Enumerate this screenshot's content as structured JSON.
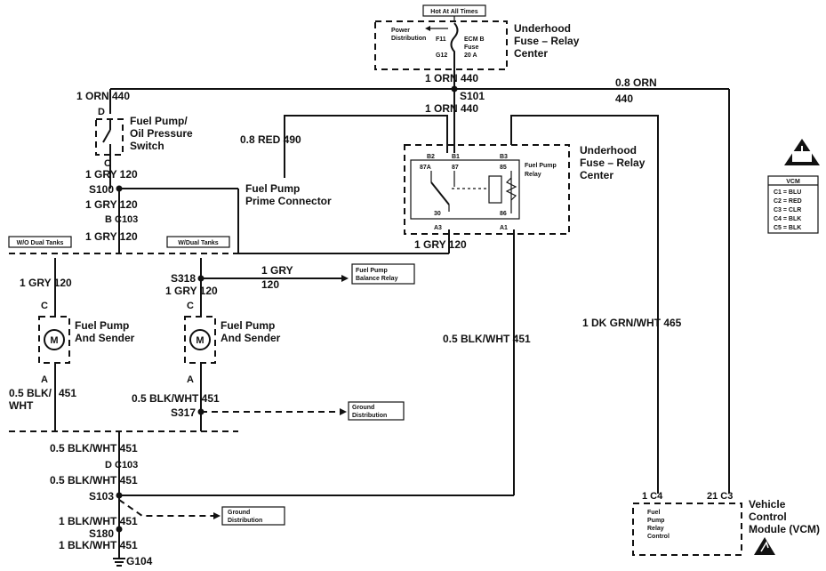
{
  "fuse_block": {
    "hot_label": "Hot At All Times",
    "power_dist_1": "Power",
    "power_dist_2": "Distribution",
    "f11": "F11",
    "g12": "G12",
    "ecm_b": "ECM B",
    "fuse_word": "Fuse",
    "amps": "20 A",
    "title_1": "Underhood",
    "title_2": "Fuse – Relay",
    "title_3": "Center"
  },
  "relay_center": {
    "title_1": "Underhood",
    "title_2": "Fuse – Relay",
    "title_3": "Center"
  },
  "relay": {
    "b2": "B2",
    "b1": "B1",
    "b3": "B3",
    "p87a": "87A",
    "p87": "87",
    "p85": "85",
    "p30": "30",
    "p86": "86",
    "a3": "A3",
    "a1": "A1",
    "label_1": "Fuel Pump",
    "label_2": "Relay"
  },
  "wires": {
    "w440_a": "1 ORN  440",
    "w440_b": "1 ORN  440",
    "w440_c": "0.8 ORN",
    "w440_d": "440",
    "w440_left": "1 ORN  440",
    "w120_a": "1 GRY  120",
    "w120_b": "1 GRY  120",
    "w120_c": "1 GRY  120",
    "w120_d": "1 GRY  120",
    "w120_left": "1 GRY  120",
    "w120_mid": "1 GRY  120",
    "w120_balance_1": "1 GRY",
    "w120_balance_2": "120",
    "w490": "0.8 RED  490",
    "w465": "1 DK GRN/WHT  465",
    "w451_relay": "0.5 BLK/WHT  451",
    "w451_left_1": "0.5 BLK/",
    "w451_left_2": "WHT",
    "w451_num": "451",
    "w451_mid": "0.5 BLK/WHT  451",
    "w451_a": "0.5 BLK/WHT  451",
    "w451_b": "0.5 BLK/WHT  451",
    "w451_c": "1 BLK/WHT  451",
    "w451_d": "1 BLK/WHT  451"
  },
  "splices": {
    "s101": "S101",
    "s100": "S100",
    "s318": "S318",
    "s317": "S317",
    "s103": "S103",
    "s180": "S180",
    "g104": "G104"
  },
  "connectors": {
    "d_top": "D",
    "c_switch": "C",
    "b_c103": "B  C103",
    "c_left": "C",
    "a_left": "A",
    "c_mid": "C",
    "a_mid": "A",
    "d_c103": "D  C103"
  },
  "components": {
    "switch_1": "Fuel Pump/",
    "switch_2": "Oil Pressure",
    "switch_3": "Switch",
    "prime_1": "Fuel Pump",
    "prime_2": "Prime Connector",
    "motor_symbol": "M",
    "pump_1": "Fuel Pump",
    "pump_2": "And Sender",
    "balance_1": "Fuel Pump",
    "balance_2": "Balance Relay",
    "ground_1": "Ground",
    "ground_2": "Distribution"
  },
  "variants": {
    "wo_dual": "W/O Dual Tanks",
    "w_dual": "W/Dual Tanks"
  },
  "vcm": {
    "pin_c4": "1  C4",
    "pin_c3": "21  C3",
    "fpr_1": "Fuel",
    "fpr_2": "Pump",
    "fpr_3": "Relay",
    "fpr_4": "Control",
    "title_1": "Vehicle",
    "title_2": "Control",
    "title_3": "Module (VCM)"
  },
  "legend": {
    "title": "VCM",
    "rows": [
      "C1 = BLU",
      "C2 = RED",
      "C3 = CLR",
      "C4 = BLK",
      "C5 = BLK"
    ]
  }
}
